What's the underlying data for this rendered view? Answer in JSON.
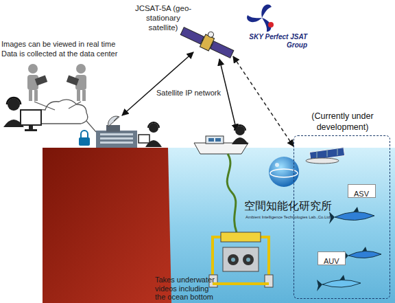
{
  "diagram": {
    "nodes": [
      {
        "text": [
          "JCSAT-5A (geo-stationary satellite)"
        ]
      },
      {
        "text": [
          "(Currently under development)"
        ]
      },
      {
        "text": [
          "ASV"
        ],
        "in": 1
      },
      {
        "text": [
          "AUV"
        ],
        "in": 1
      }
    ],
    "edges": [
      {
        "from": 0,
        "to": 1,
        "arrow": "both"
      }
    ],
    "labels": [
      "Images can be viewed in real time",
      "Data is collected at the data center",
      "SKY Perfect JSAT Group",
      "Satellite IP network",
      "空間知能化研究所",
      "Ambient Intelligence Technologies Lab.,Co.Ltd.",
      "Takes underwater videos including the ocean bottom"
    ]
  }
}
